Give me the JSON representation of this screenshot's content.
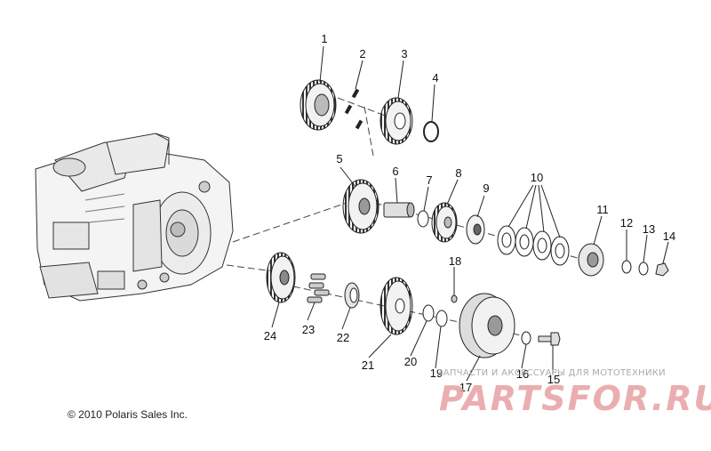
{
  "diagram": {
    "callouts": [
      {
        "n": "1"
      },
      {
        "n": "2"
      },
      {
        "n": "3"
      },
      {
        "n": "4"
      },
      {
        "n": "5"
      },
      {
        "n": "6"
      },
      {
        "n": "7"
      },
      {
        "n": "8"
      },
      {
        "n": "9"
      },
      {
        "n": "10"
      },
      {
        "n": "11"
      },
      {
        "n": "12"
      },
      {
        "n": "13"
      },
      {
        "n": "14"
      },
      {
        "n": "15"
      },
      {
        "n": "16"
      },
      {
        "n": "17"
      },
      {
        "n": "18"
      },
      {
        "n": "19"
      },
      {
        "n": "20"
      },
      {
        "n": "21"
      },
      {
        "n": "22"
      },
      {
        "n": "23"
      },
      {
        "n": "24"
      }
    ],
    "copyright": "© 2010 Polaris Sales Inc."
  },
  "watermark": {
    "caption": "ЗАПЧАСТИ И АКСЕССУАРЫ ДЛЯ МОТОТЕХНИКИ",
    "brand": "PARTSFOR.RU",
    "color": "#e7a0a3"
  },
  "colors": {
    "line": "#222222",
    "fill": "#f2f2f2",
    "shade": "#bdbdbd"
  }
}
